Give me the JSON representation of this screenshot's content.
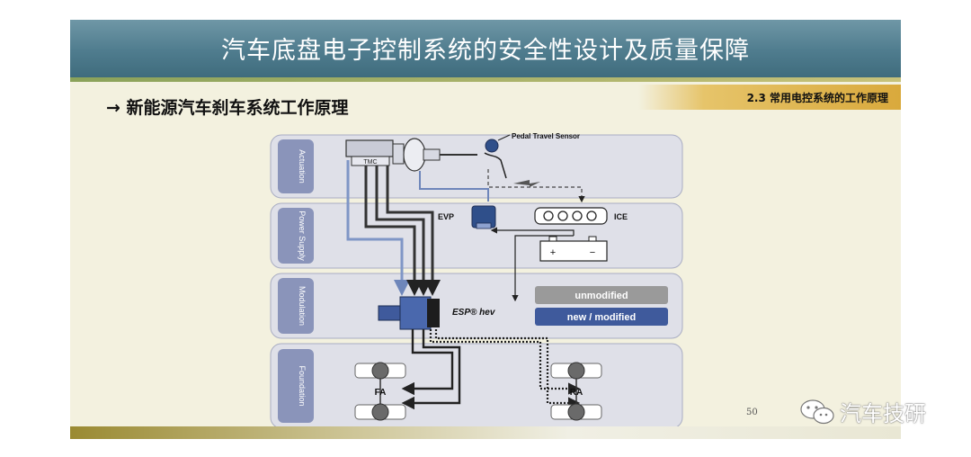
{
  "slide": {
    "title": "汽车底盘电子控制系统的安全性设计及质量保障",
    "subtitle": "→ 新能源汽车刹车系统工作原理",
    "section": "2.3 常用电控系统的工作原理",
    "page_number": "50"
  },
  "diagram": {
    "rows": [
      "Actuation",
      "Power Supply",
      "Modulation",
      "Foundation"
    ],
    "labels": {
      "pedal_sensor": "Pedal Travel Sensor",
      "tmc": "TMC",
      "evp": "EVP",
      "ice": "ICE",
      "esp": "ESP® hev",
      "plus": "+",
      "minus": "−",
      "fa": "FA",
      "ra": "RA"
    },
    "legend": {
      "unmodified": "unmodified",
      "new_modified": "new / modified"
    },
    "colors": {
      "row_bg": "#dfe0e8",
      "row_label_bg": "#8a94ba",
      "hydraulic_blue": "#7f96c6",
      "modified_blue": "#3f5a9c",
      "unmodified_gray": "#9a9a9a",
      "line_dark": "#2a2a2a"
    }
  },
  "watermark": {
    "text": "汽车技研",
    "icon": "wechat-icon"
  }
}
